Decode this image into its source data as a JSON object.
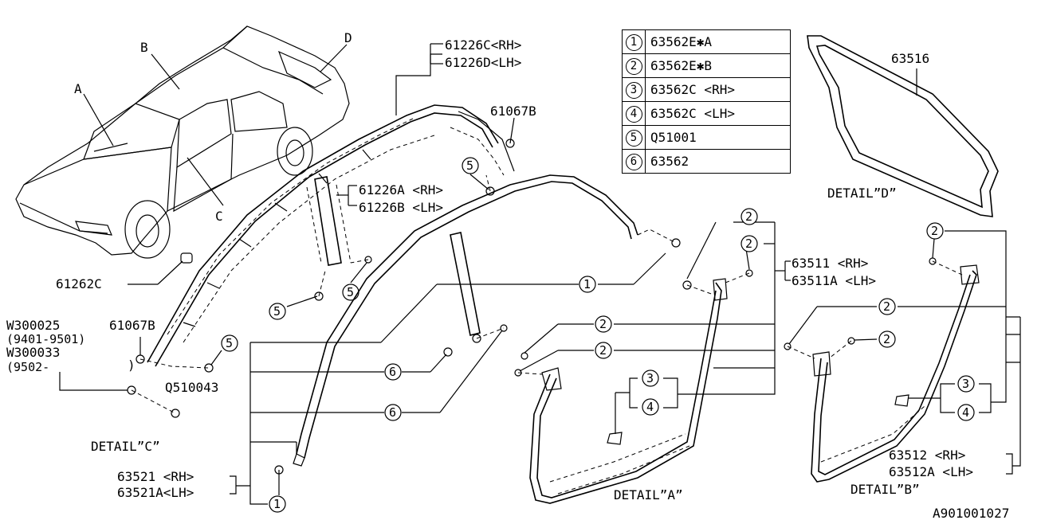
{
  "legend": [
    {
      "num": "1",
      "part": "63562E✱A"
    },
    {
      "num": "2",
      "part": "63562E✱B"
    },
    {
      "num": "3",
      "part": "63562C <RH>"
    },
    {
      "num": "4",
      "part": "63562C <LH>"
    },
    {
      "num": "5",
      "part": "Q51001"
    },
    {
      "num": "6",
      "part": "63562"
    }
  ],
  "vehicle_labels": {
    "a": "A",
    "b": "B",
    "c": "C",
    "d": "D"
  },
  "parts": {
    "p61226c": "61226C<RH>",
    "p61226d": "61226D<LH>",
    "p61067b_top": "61067B",
    "p61226a": "61226A <RH>",
    "p61226b": "61226B <LH>",
    "p61262c": "61262C",
    "w300025": "W300025",
    "w300025_range": "(9401-9501)",
    "w300033": "W300033",
    "w300033_range": "(9502-",
    "w300033_close": ")",
    "p61067b_left": "61067B",
    "q510043": "Q510043",
    "p63521": "63521 <RH>",
    "p63521a": "63521A<LH>",
    "p63516": "63516",
    "p63511": "63511 <RH>",
    "p63511a": "63511A <LH>",
    "p63512": "63512 <RH>",
    "p63512a": "63512A <LH>"
  },
  "details": {
    "a": "DETAIL”A”",
    "b": "DETAIL”B”",
    "c": "DETAIL”C”",
    "d": "DETAIL”D”"
  },
  "callouts": {
    "c1": "1",
    "c2": "2",
    "c3": "3",
    "c4": "4",
    "c5": "5",
    "c6": "6"
  },
  "figure_id": "A901001027"
}
